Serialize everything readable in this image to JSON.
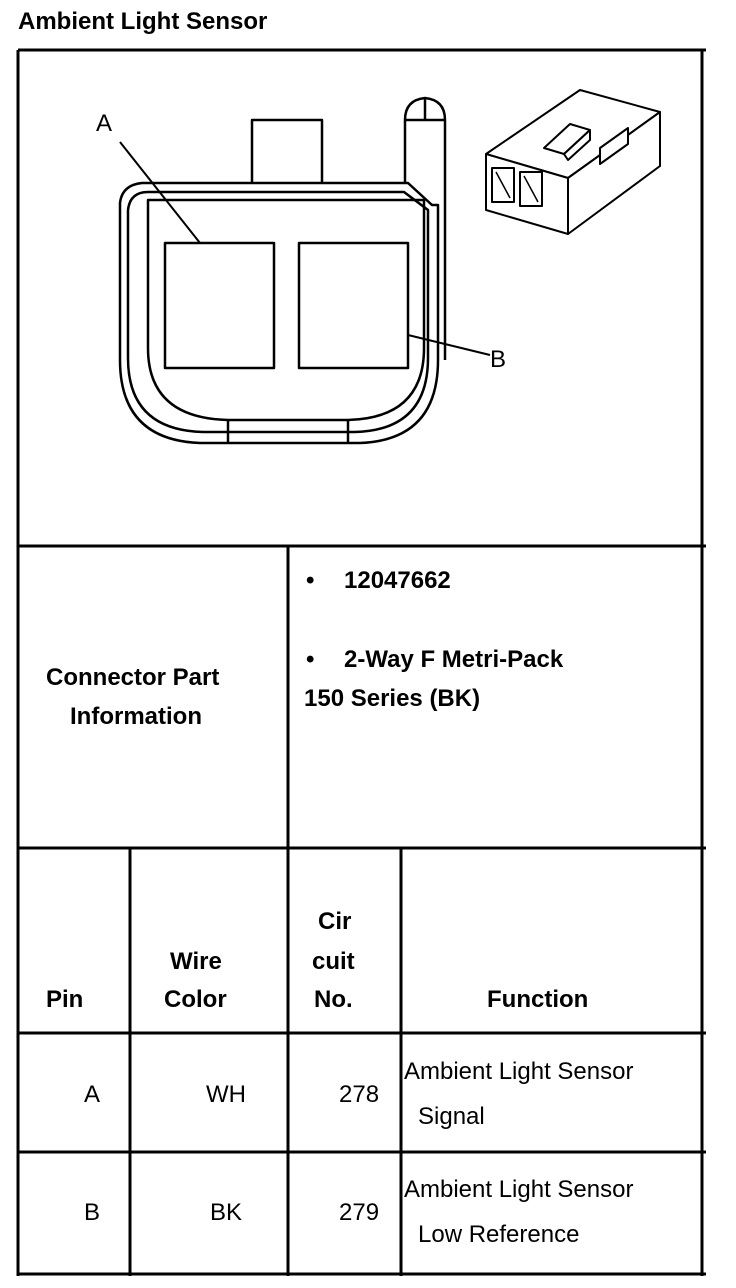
{
  "title": "Ambient Light Sensor",
  "diagram": {
    "label_a": "A",
    "label_b": "B"
  },
  "connector_info": {
    "label_line1": "Connector Part",
    "label_line2": "Information",
    "part_number": "12047662",
    "description_line1": "2-Way F Metri-Pack",
    "description_line2": "150 Series (BK)",
    "bullet": "•"
  },
  "pin_table": {
    "headers": {
      "pin": "Pin",
      "wire_color_line1": "Wire",
      "wire_color_line2": "Color",
      "circuit_line1": "Cir",
      "circuit_line2": "cuit",
      "circuit_line3": "No.",
      "function": "Function"
    },
    "rows": [
      {
        "pin": "A",
        "wire_color": "WH",
        "circuit": "278",
        "function_line1": "Ambient Light Sensor",
        "function_line2": "Signal"
      },
      {
        "pin": "B",
        "wire_color": "BK",
        "circuit": "279",
        "function_line1": "Ambient Light Sensor",
        "function_line2": "Low Reference"
      }
    ]
  }
}
